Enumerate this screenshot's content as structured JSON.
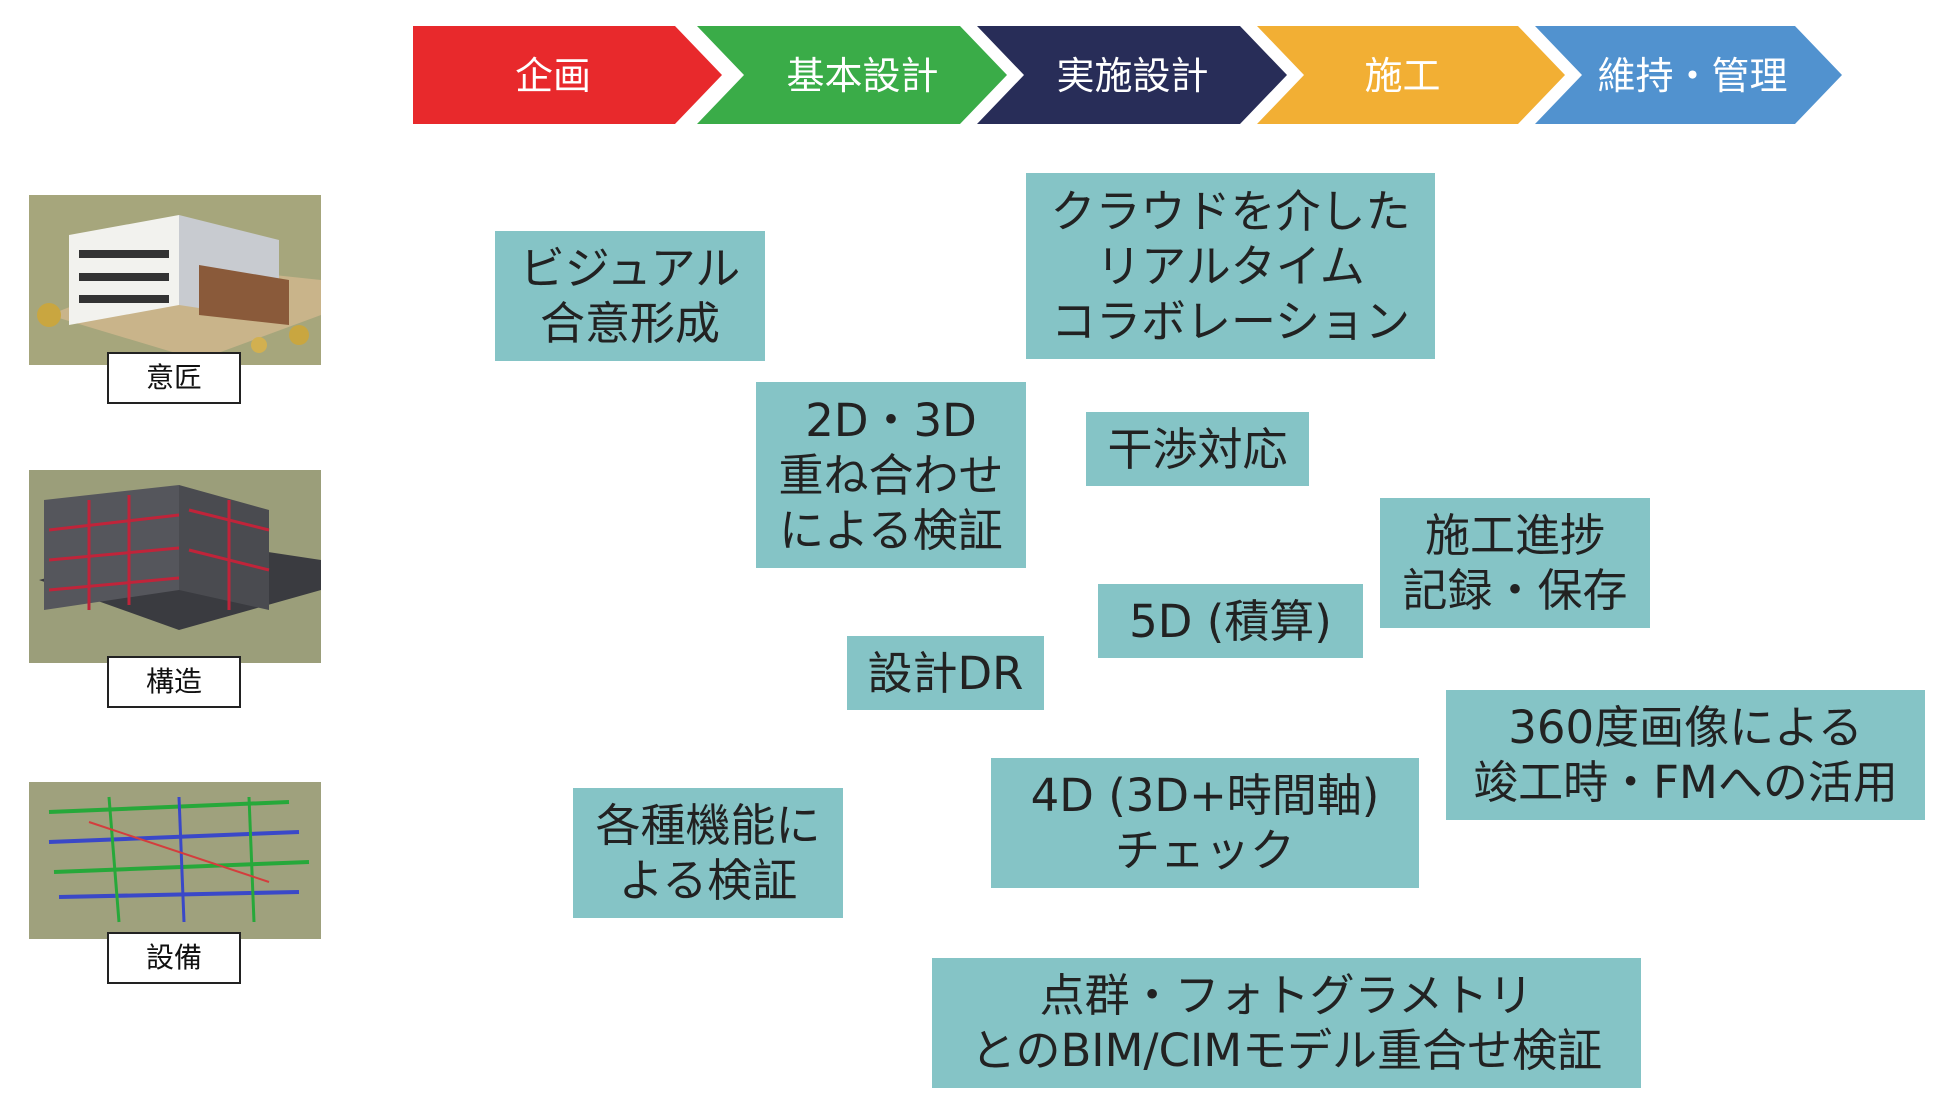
{
  "phases": [
    {
      "label": "企画",
      "color": "#e8292c"
    },
    {
      "label": "基本設計",
      "color": "#3aac48"
    },
    {
      "label": "実施設計",
      "color": "#282d58"
    },
    {
      "label": "施工",
      "color": "#f2af34"
    },
    {
      "label": "維持・管理",
      "color": "#5192cf"
    }
  ],
  "categories": [
    {
      "label": "意匠"
    },
    {
      "label": "構造"
    },
    {
      "label": "設備"
    }
  ],
  "features": {
    "visual_consensus": "ビジュアル\n合意形成",
    "cloud_collab": "クラウドを介した\nリアルタイム\nコラボレーション",
    "overlay_2d3d": "2D・3D\n重ね合わせ\nによる検証",
    "clash": "干渉対応",
    "progress_record": "施工進捗\n記録・保存",
    "cost_5d": "5D (積算)",
    "design_dr": "設計DR",
    "fm_360": "360度画像による\n竣工時・FMへの活用",
    "functions": "各種機能に\nよる検証",
    "time_4d": "4D (3D+時間軸)\nチェック",
    "pointcloud": "点群・フォトグラメトリ\nとのBIM/CIMモデル重合せ検証"
  },
  "box_color": "#85c4c6"
}
